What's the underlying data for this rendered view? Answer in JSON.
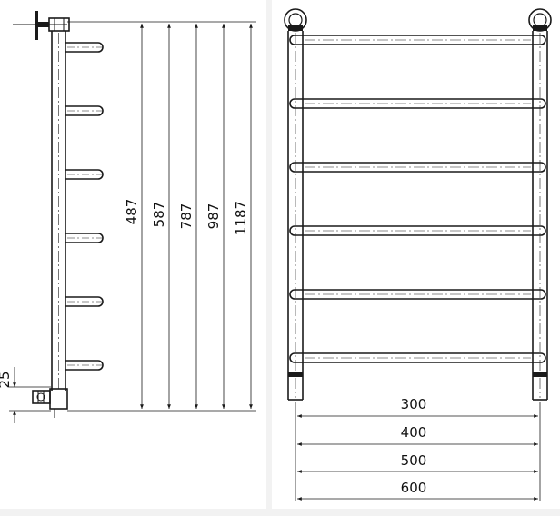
{
  "side_view": {
    "height_dims": [
      "487",
      "587",
      "787",
      "987",
      "1187"
    ],
    "offset_dim": "25"
  },
  "front_view": {
    "width_dims": [
      "300",
      "400",
      "500",
      "600"
    ]
  }
}
